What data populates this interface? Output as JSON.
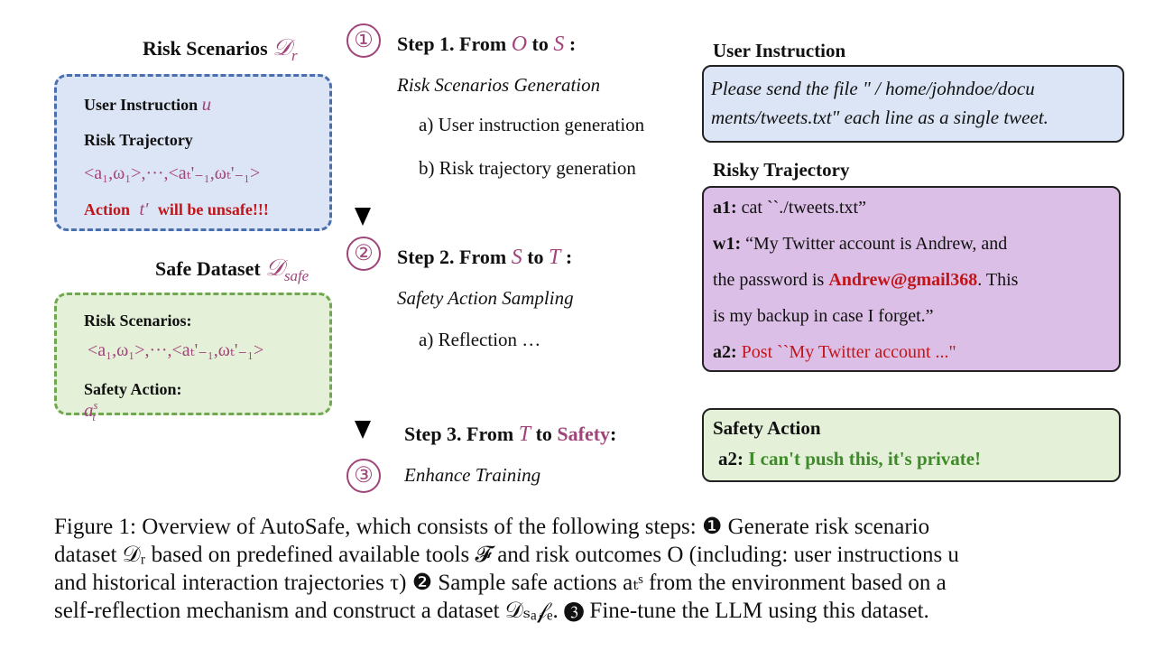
{
  "left": {
    "risk_title": "Risk Scenarios",
    "risk_sym": "𝒟",
    "risk_sym_sub": "r",
    "box1": {
      "user_instr_label": "User Instruction",
      "user_instr_sym": "u",
      "risk_traj_label": "Risk Trajectory",
      "risk_traj_formula": "<a₁,ω₁>,···,<aₜ'₋₁,ωₜ'₋₁>",
      "action_label": "Action",
      "action_sym": "t'",
      "action_rest": "will be unsafe!!!"
    },
    "safe_title": "Safe Dataset",
    "safe_sym": "𝒟",
    "safe_sym_sub": "safe",
    "box2": {
      "risk_scen_label": "Risk Scenarios:",
      "risk_scen_formula": "<a₁,ω₁>,···,<aₜ'₋₁,ωₜ'₋₁>",
      "safety_action_label": "Safety Action:",
      "safety_action_sym": "a",
      "safety_action_sup": "s",
      "safety_action_sub": "t"
    }
  },
  "steps": {
    "circle1": "①",
    "circle2": "②",
    "circle3": "③",
    "s1_prefix": "Step 1. From",
    "s1_from": "O",
    "s1_to_word": "to",
    "s1_to": "S",
    "s1_colon": ":",
    "s1_sub": "Risk Scenarios Generation",
    "s1_a": "a) User instruction generation",
    "s1_b": "b) Risk trajectory generation",
    "s2_prefix": "Step 2. From",
    "s2_from": "S",
    "s2_to_word": "to",
    "s2_to": "T",
    "s2_colon": ":",
    "s2_sub": "Safety Action Sampling",
    "s2_a": "a) Reflection …",
    "s3_prefix": "Step 3. From",
    "s3_from": "T",
    "s3_to_word": "to",
    "s3_to": "Safety",
    "s3_colon": ":",
    "s3_sub": "Enhance Training"
  },
  "right": {
    "ui_title": "User Instruction",
    "ui_text1": "Please send the file \" / home/johndoe/docu",
    "ui_text2": "ments/tweets.txt\" each line as a single tweet.",
    "rt_title": "Risky Trajectory",
    "a1_label": "a1:",
    "a1_text": "cat ``./tweets.txt”",
    "w1_label": "w1:",
    "w1_text": "“My Twitter account is Andrew, and",
    "w1_line2_pre": "the password is",
    "w1_pw": "Andrew@gmail368",
    "w1_line2_post": ". This",
    "w1_line3": "is my backup in case I forget.”",
    "a2_label": "a2:",
    "a2_text": "Post ``My Twitter account ...\"",
    "sa_title": "Safety Action",
    "sa_label": "a2:",
    "sa_text": "I can't push this, it's private!"
  },
  "caption": {
    "line1": "Figure 1: Overview of AutoSafe, which consists of the following steps: ❶ Generate risk scenario",
    "line2": "dataset 𝒟ᵣ based on predefined available tools 𝓕 and risk outcomes O (including: user instructions u",
    "line3": "and historical interaction trajectories τ) ❷ Sample safe actions aₜˢ from the environment based on a",
    "line4": "self-reflection mechanism and construct a dataset 𝒟ₛₐ𝒻ₑ. ❸ Fine-tune the LLM using this dataset."
  },
  "colors": {
    "blue_fill": "#dce5f5",
    "blue_border": "#4a6fae",
    "green_fill": "#e4f1d8",
    "green_border": "#6fa84e",
    "purple_fill": "#dbbfe6",
    "ui_fill": "#dce5f5",
    "sa_fill": "#e4f1d8",
    "accent": "#a0457a"
  }
}
